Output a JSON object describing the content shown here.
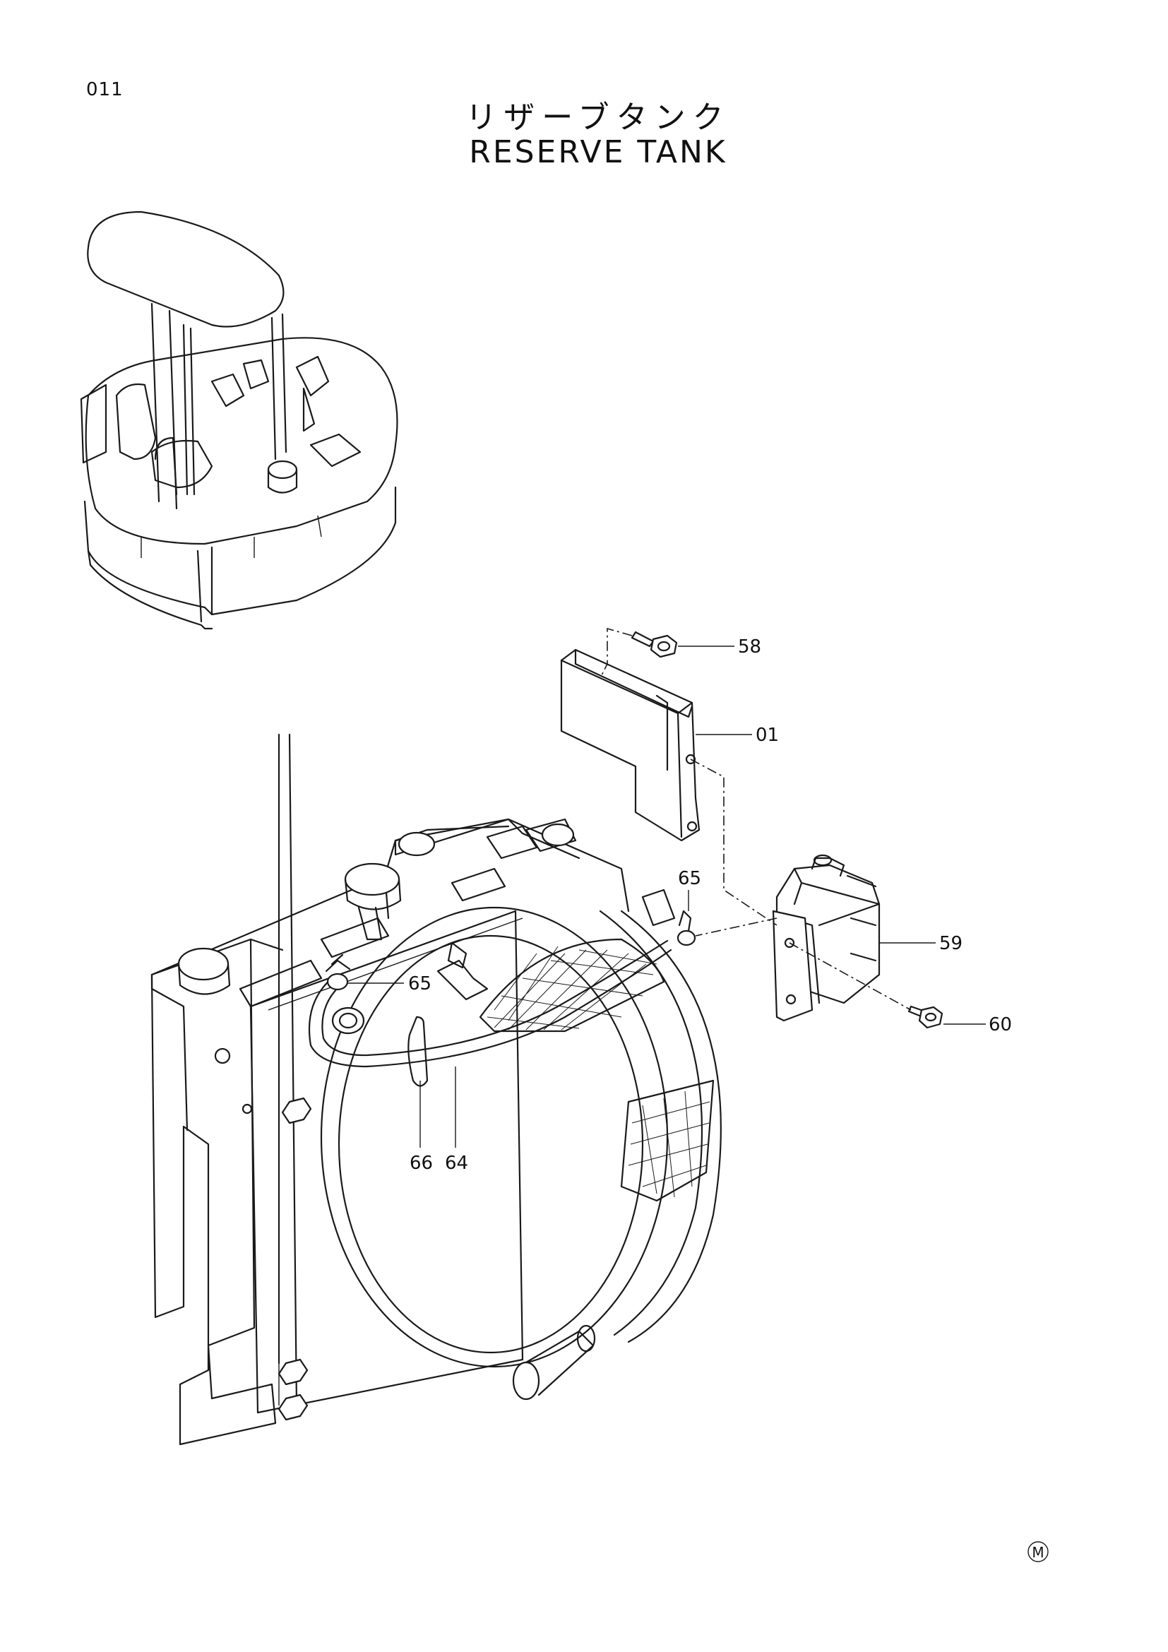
{
  "page": {
    "number": "011",
    "title_jp": "リザーブタンク",
    "title_en": "RESERVE TANK"
  },
  "callouts": {
    "bolt_top": "58",
    "bracket": "01",
    "clamp_right": "65",
    "tank": "59",
    "bolt_tank": "60",
    "clamp_left": "65",
    "band": "66",
    "hose": "64"
  },
  "mark": "M"
}
